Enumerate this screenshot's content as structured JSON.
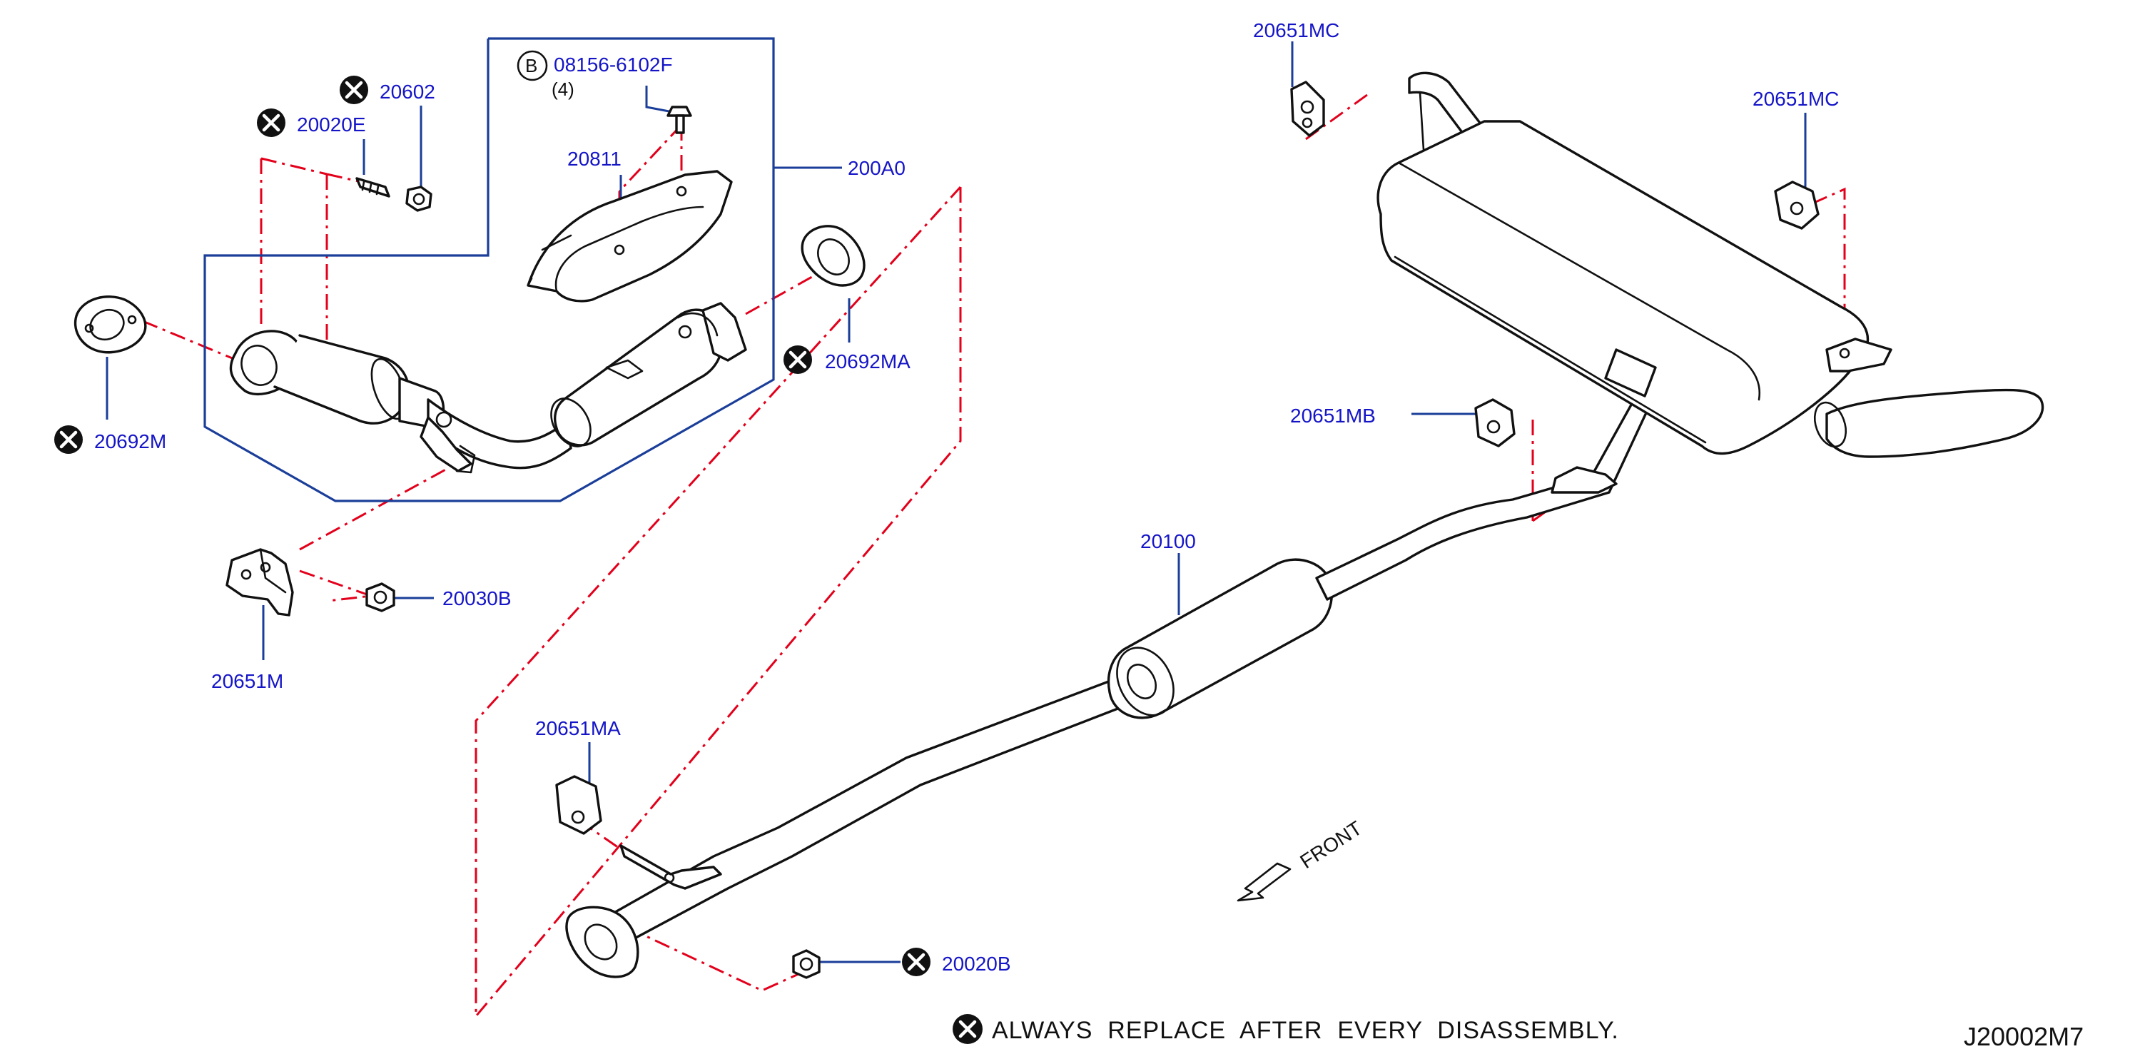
{
  "labels": {
    "bolt_b": "08156-6102F",
    "bolt_b_qty": "(4)",
    "bolt_b_symbol": "B",
    "heat_insulator": "20811",
    "converter_assembly": "200A0",
    "stud": "20020E",
    "nut_top": "20602",
    "gasket_left": "20692M",
    "gasket_right": "20692MA",
    "nut_mount": "20030B",
    "mount_bracket": "20651M",
    "mount_rubber_front": "20651MA",
    "nut_front": "20020B",
    "center_tube": "20100",
    "mount_rubber_center": "20651MB",
    "mount_rubber_rear_left": "20651MC",
    "mount_rubber_rear_right": "20651MC"
  },
  "front_label": "FRONT",
  "note": "ALWAYS  REPLACE  AFTER  EVERY  DISASSEMBLY.",
  "drawing_code": "J20002M7",
  "colors": {
    "label_text": "#1515c8",
    "leader_line": "#1a3e99",
    "hidden_line": "#e3001b",
    "outline": "#111111"
  },
  "icons": {
    "replace_symbol": "circled-x-icon",
    "front_arrow": "arrow-icon"
  }
}
